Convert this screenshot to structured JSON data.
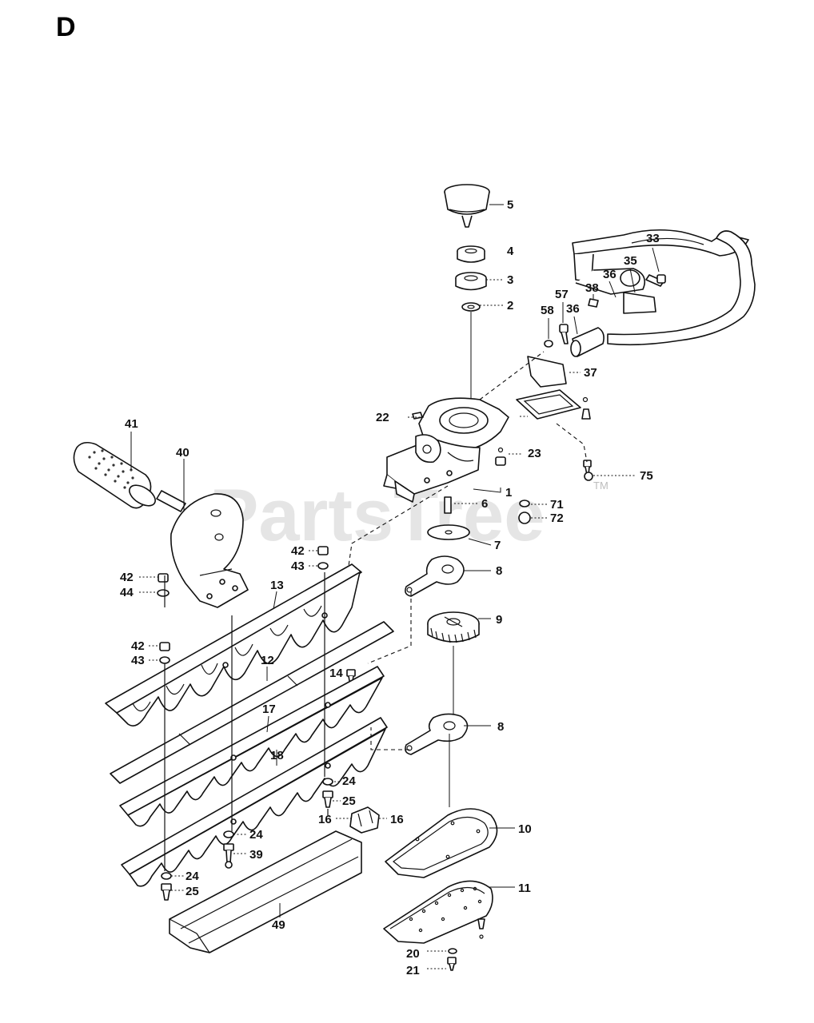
{
  "section_letter": "D",
  "watermark": {
    "text": "PartsTree",
    "trademark": "TM",
    "color": "#cfcfcf"
  },
  "parts": [
    {
      "id": "p5",
      "label": "5"
    },
    {
      "id": "p4",
      "label": "4"
    },
    {
      "id": "p3",
      "label": "3"
    },
    {
      "id": "p2",
      "label": "2"
    },
    {
      "id": "p33",
      "label": "33"
    },
    {
      "id": "p35",
      "label": "35"
    },
    {
      "id": "p36a",
      "label": "36"
    },
    {
      "id": "p38",
      "label": "38"
    },
    {
      "id": "p57",
      "label": "57"
    },
    {
      "id": "p36b",
      "label": "36"
    },
    {
      "id": "p58",
      "label": "58"
    },
    {
      "id": "p37",
      "label": "37"
    },
    {
      "id": "p22",
      "label": "22"
    },
    {
      "id": "p23",
      "label": "23"
    },
    {
      "id": "p75",
      "label": "75"
    },
    {
      "id": "p1",
      "label": "1"
    },
    {
      "id": "p6",
      "label": "6"
    },
    {
      "id": "p71",
      "label": "71"
    },
    {
      "id": "p72",
      "label": "72"
    },
    {
      "id": "p7",
      "label": "7"
    },
    {
      "id": "p41",
      "label": "41"
    },
    {
      "id": "p40",
      "label": "40"
    },
    {
      "id": "p42a",
      "label": "42"
    },
    {
      "id": "p43a",
      "label": "43"
    },
    {
      "id": "p42b",
      "label": "42"
    },
    {
      "id": "p44",
      "label": "44"
    },
    {
      "id": "p13",
      "label": "13"
    },
    {
      "id": "p8a",
      "label": "8"
    },
    {
      "id": "p9",
      "label": "9"
    },
    {
      "id": "p42c",
      "label": "42"
    },
    {
      "id": "p43b",
      "label": "43"
    },
    {
      "id": "p12",
      "label": "12"
    },
    {
      "id": "p14",
      "label": "14"
    },
    {
      "id": "p17",
      "label": "17"
    },
    {
      "id": "p8b",
      "label": "8"
    },
    {
      "id": "p18",
      "label": "18"
    },
    {
      "id": "p24a",
      "label": "24"
    },
    {
      "id": "p25a",
      "label": "25"
    },
    {
      "id": "p16a",
      "label": "16"
    },
    {
      "id": "p16b",
      "label": "16"
    },
    {
      "id": "p10",
      "label": "10"
    },
    {
      "id": "p24b",
      "label": "24"
    },
    {
      "id": "p39",
      "label": "39"
    },
    {
      "id": "p24c",
      "label": "24"
    },
    {
      "id": "p25b",
      "label": "25"
    },
    {
      "id": "p11",
      "label": "11"
    },
    {
      "id": "p49",
      "label": "49"
    },
    {
      "id": "p20",
      "label": "20"
    },
    {
      "id": "p21",
      "label": "21"
    }
  ]
}
